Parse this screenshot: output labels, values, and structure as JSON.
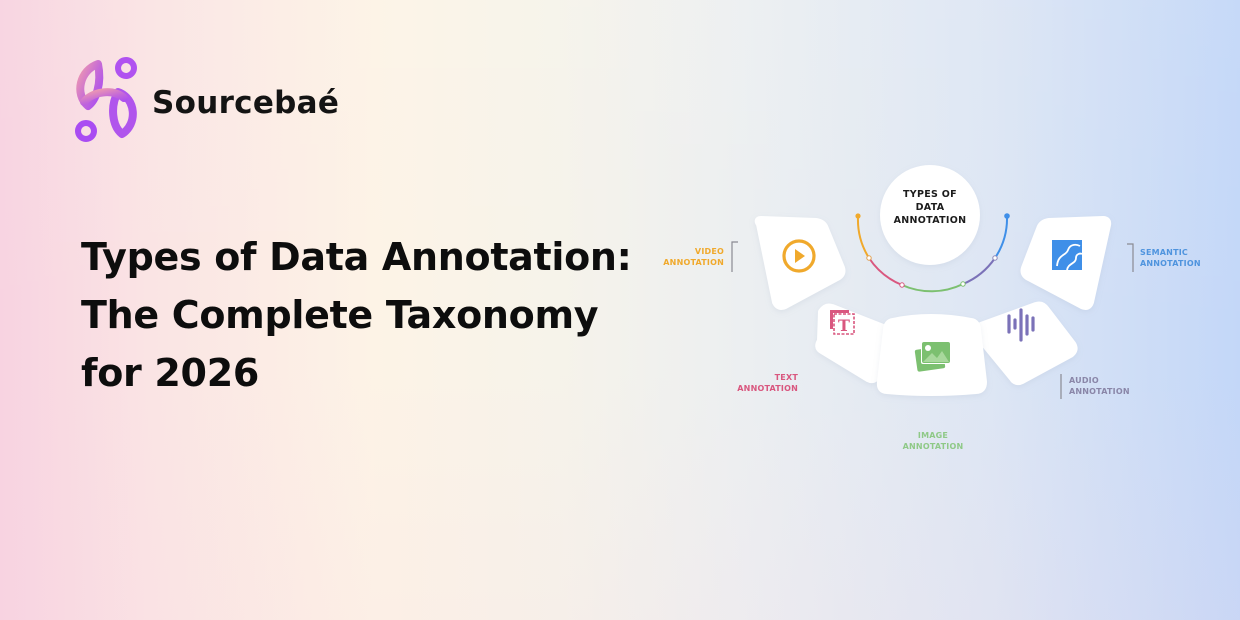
{
  "brand": {
    "name": "Sourcebaé",
    "logo_icon": "sourcebae-logo-icon",
    "colors": {
      "logo_gradient_start": "#ef9ab0",
      "logo_gradient_end": "#a94cf2",
      "text": "#141414"
    }
  },
  "headline": {
    "lines": [
      "Types of Data Annotation:",
      "The Complete Taxonomy",
      "for 2026"
    ]
  },
  "diagram": {
    "center": {
      "lines": [
        "TYPES OF",
        "DATA",
        "ANNOTATION"
      ]
    },
    "categories": [
      {
        "id": "video",
        "lines": [
          "VIDEO",
          "ANNOTATION"
        ],
        "icon": "play-circle-icon",
        "color": "#f0a92c"
      },
      {
        "id": "text",
        "lines": [
          "TEXT",
          "ANNOTATION"
        ],
        "icon": "text-box-icon",
        "color": "#d9577f"
      },
      {
        "id": "image",
        "lines": [
          "IMAGE",
          "ANNOTATION"
        ],
        "icon": "image-stack-icon",
        "color": "#7cc070"
      },
      {
        "id": "audio",
        "lines": [
          "AUDIO",
          "ANNOTATION"
        ],
        "icon": "sound-wave-icon",
        "color": "#7b72b8"
      },
      {
        "id": "semantic",
        "lines": [
          "SEMANTIC",
          "ANNOTATION"
        ],
        "icon": "segmentation-map-icon",
        "color": "#3f8fe8"
      }
    ]
  },
  "background": {
    "left": "#f8d3e1",
    "middle": "#fdf3e6",
    "right": "#c3d7f8"
  }
}
